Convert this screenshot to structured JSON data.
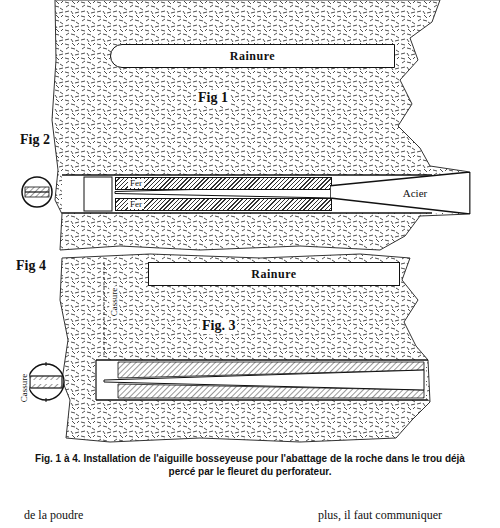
{
  "diagram": {
    "caption": "Fig. 1 à 4. Installation de l'aiguille bosseyeuse pour l'abattage de la roche dans le trou déjà percé par le fleuret du perforateur.",
    "nodes": [
      {
        "text": [
          "Rainure"
        ]
      },
      {
        "text": [
          "Fer"
        ]
      },
      {
        "text": [
          "Fer"
        ]
      },
      {
        "text": [
          "Acier"
        ]
      },
      {
        "text": [
          "Rainure"
        ]
      }
    ],
    "labels": [
      "Fig 2",
      "Fig 1",
      "Fig. 3",
      "Cassure",
      "Fig 4",
      "Cassure",
      "de la poudre",
      "plus, il faut communiquer"
    ]
  }
}
